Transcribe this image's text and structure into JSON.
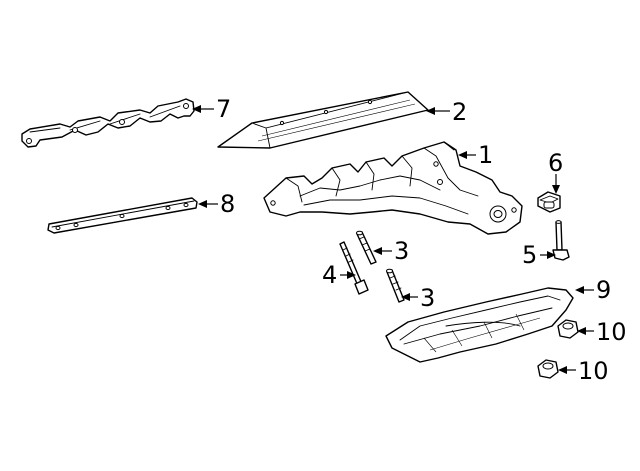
{
  "callouts": {
    "c1": "1",
    "c2": "2",
    "c3a": "3",
    "c3b": "3",
    "c4": "4",
    "c5": "5",
    "c6": "6",
    "c7": "7",
    "c8": "8",
    "c9": "9",
    "c10a": "10",
    "c10b": "10"
  },
  "parts": [
    "exhaust-manifold",
    "heat-shield-upper",
    "stud",
    "stud",
    "bolt",
    "bolt",
    "nut",
    "gasket",
    "spacer",
    "heat-shield-lower",
    "nut",
    "nut"
  ],
  "colors": {
    "line": "#000000",
    "background": "#ffffff"
  }
}
